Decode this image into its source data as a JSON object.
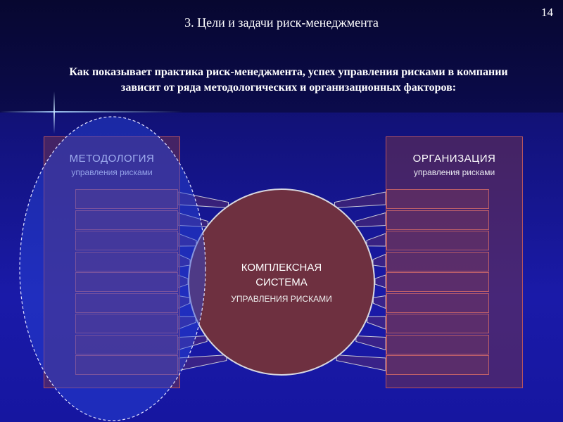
{
  "slide": {
    "title": "3. Цели и задачи риск-менеджмента",
    "page_number": "14",
    "intro_line1": "Как показывает практика риск-менеджмента,  успех управления рисками в компании",
    "intro_line2": "зависит от ряда методологических и организационных факторов:"
  },
  "left_panel": {
    "title": "МЕТОДОЛОГИЯ",
    "subtitle": "управления рисками",
    "row_count": 9
  },
  "right_panel": {
    "title": "ОРГАНИЗАЦИЯ",
    "subtitle": "управления рисками",
    "row_count": 9
  },
  "center": {
    "title_line1": "КОМПЛЕКСНАЯ",
    "title_line2": "СИСТЕМА",
    "subtitle": "УПРАВЛЕНИЯ РИСКАМИ"
  },
  "colors": {
    "panel_border": "#b8555f",
    "circle_fill": "#6e3040",
    "ellipse_fill": "#2a3ec8"
  }
}
